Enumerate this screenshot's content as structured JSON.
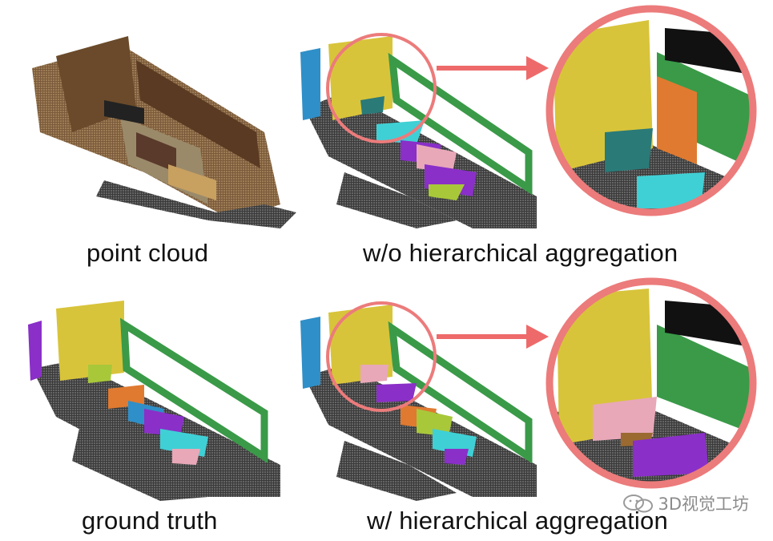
{
  "captions": {
    "point_cloud": "point cloud",
    "without_aggregation": "w/o hierarchical aggregation",
    "ground_truth": "ground truth",
    "with_aggregation": "w/ hierarchical aggregation"
  },
  "watermark": {
    "text": "3D视觉工坊"
  },
  "colors": {
    "zoom_circle": "#ec7b7b",
    "arrow": "#ee6a6a",
    "bookshelf": "#d8c43a",
    "wall": "#3a9a48",
    "floor": "#222222",
    "cyan_table": "#3fd0d5",
    "purple": "#8a2fc8",
    "pink": "#e8a8b8",
    "orange": "#e07a30",
    "blue_board": "#2f8fc8",
    "lime": "#a8c83a",
    "rgb_brown": "#8a6a4a"
  }
}
